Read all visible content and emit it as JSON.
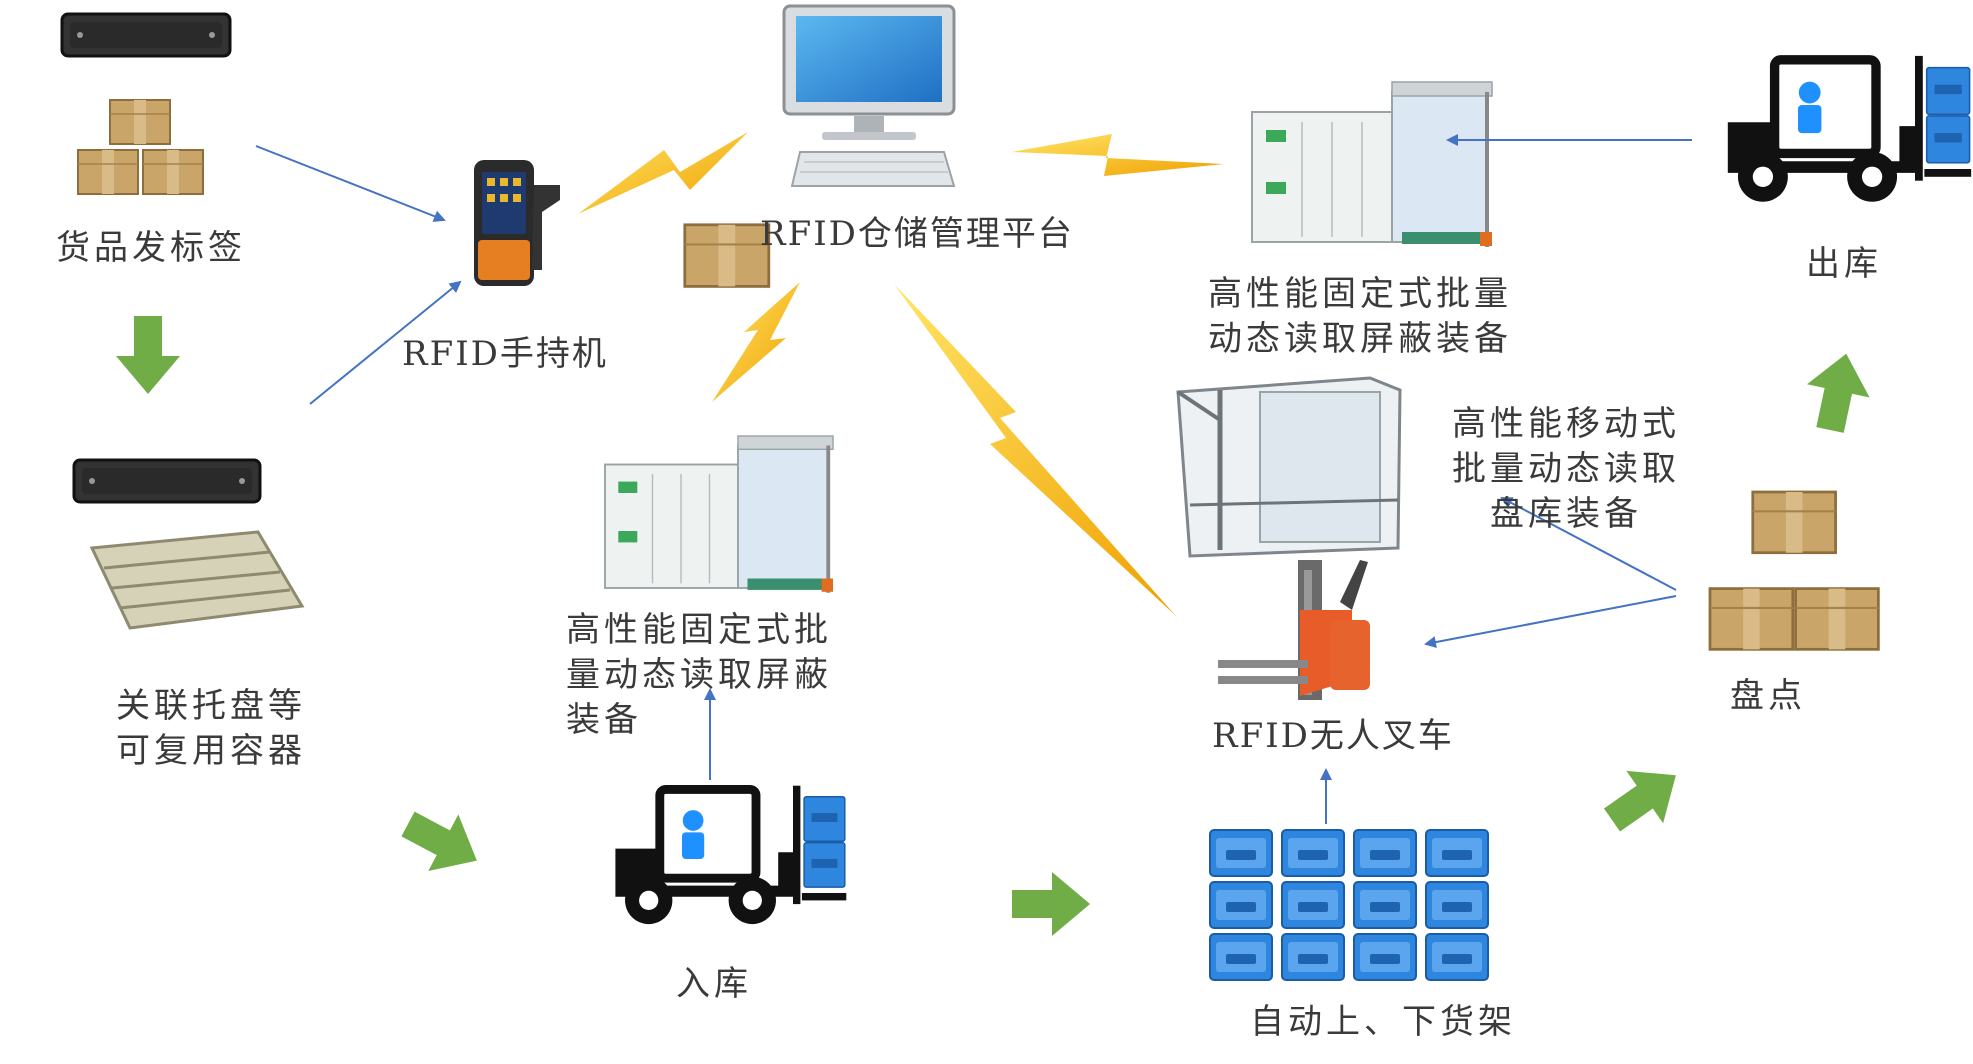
{
  "labels": {
    "goods_tag": "货品发标签",
    "handheld": "RFID手持机",
    "platform": "RFID仓储管理平台",
    "fixed_top_line1": "高性能固定式批量",
    "fixed_top_line2": "动态读取屏蔽装备",
    "outbound": "出库",
    "mobile_line1": "高性能移动式",
    "mobile_line2": "批量动态读取",
    "mobile_line3": "盘库装备",
    "pallet_line1": "关联托盘等",
    "pallet_line2": "可复用容器",
    "fixed_mid_line1": "高性能固定式批",
    "fixed_mid_line2": "量动态读取屏蔽",
    "fixed_mid_line3": "装备",
    "inventory": "盘点",
    "agv_forklift": "RFID无人叉车",
    "inbound": "入库",
    "auto_shelf": "自动上、下货架"
  },
  "colors": {
    "flow_arrow": "#4472c4",
    "step_arrow": "#70ad47",
    "lightning": "#f5b800",
    "box": "#c9a56a",
    "forklift_body": "#111111",
    "driver": "#1e90ff",
    "crate": "#2e86de"
  },
  "icons": [
    "rfid-tag-icon",
    "cardboard-boxes-icon",
    "handheld-reader-icon",
    "computer-icon",
    "pallet-icon",
    "rfid-portal-icon",
    "forklift-icon",
    "agv-forklift-icon",
    "crate-grid-icon",
    "lightning-icon"
  ]
}
